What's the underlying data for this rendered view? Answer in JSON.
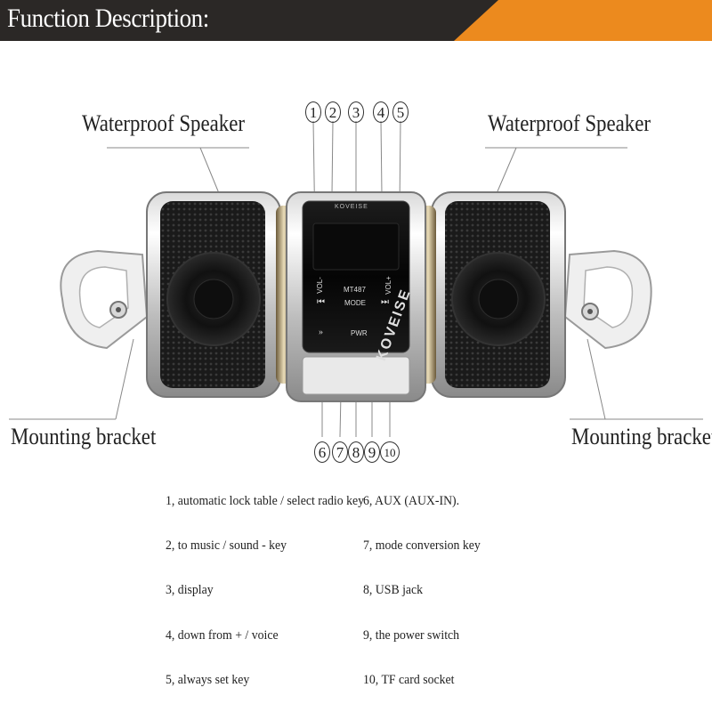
{
  "header": {
    "title": "Function Description:",
    "bg_color": "#2b2826",
    "accent_color": "#ec8a1e"
  },
  "callouts": {
    "speaker_left": "Waterproof Speaker",
    "speaker_right": "Waterproof Speaker",
    "bracket_left": "Mounting bracket",
    "bracket_right": "Mounting bracket"
  },
  "device": {
    "brand": "KOVEISE",
    "model": "MT487",
    "vol_minus": "VOL-",
    "vol_plus": "VOL+",
    "mode": "MODE",
    "pwr": "PWR",
    "prev_icon": "prev-track-icon",
    "next_icon": "next-track-icon",
    "fast_forward_icon": "fast-forward-icon",
    "watermark": "KOVEISE"
  },
  "top_numbers": [
    "1",
    "2",
    "3",
    "4",
    "5"
  ],
  "bottom_numbers": [
    "6",
    "7",
    "8",
    "9",
    "10"
  ],
  "legend_left": [
    "1, automatic lock table / select radio key",
    "2, to music / sound - key",
    "3, display",
    "4, down from + / voice",
    "5, always set key"
  ],
  "legend_right": [
    "6, AUX (AUX-IN).",
    "7, mode conversion key",
    "8, USB jack",
    "9, the power switch",
    "10, TF card socket"
  ]
}
